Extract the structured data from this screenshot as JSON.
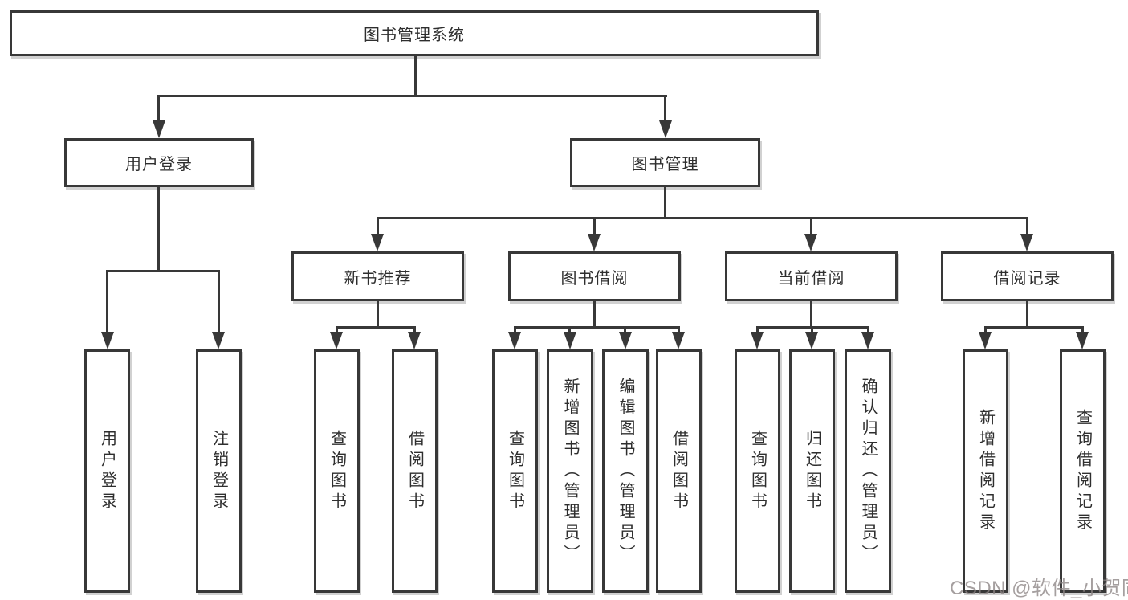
{
  "meta": {
    "background_color": "#ffffff",
    "line_color": "#383838",
    "text_color": "#2e2e2e",
    "watermark_color": "#8c8484"
  },
  "tree": {
    "root": {
      "label": "图书管理系统"
    },
    "level2": [
      {
        "label": "用户登录"
      },
      {
        "label": "图书管理"
      }
    ],
    "level3": [
      {
        "label": "新书推荐"
      },
      {
        "label": "图书借阅"
      },
      {
        "label": "当前借阅"
      },
      {
        "label": "借阅记录"
      }
    ],
    "leaves_user_login": [
      {
        "label": "用户登录"
      },
      {
        "label": "注销登录"
      }
    ],
    "leaves_new_book": [
      {
        "label": "查询图书"
      },
      {
        "label": "借阅图书"
      }
    ],
    "leaves_book_borrow": [
      {
        "label": "查询图书"
      },
      {
        "label": "新增图书（管理员）"
      },
      {
        "label": "编辑图书（管理员）"
      },
      {
        "label": "借阅图书"
      }
    ],
    "leaves_current_borrow": [
      {
        "label": "查询图书"
      },
      {
        "label": "归还图书"
      },
      {
        "label": "确认归还（管理员）"
      }
    ],
    "leaves_borrow_record": [
      {
        "label": "新增借阅记录"
      },
      {
        "label": "查询借阅记录"
      }
    ]
  },
  "watermark": {
    "text": "CSDN @软件_小贺同学"
  }
}
